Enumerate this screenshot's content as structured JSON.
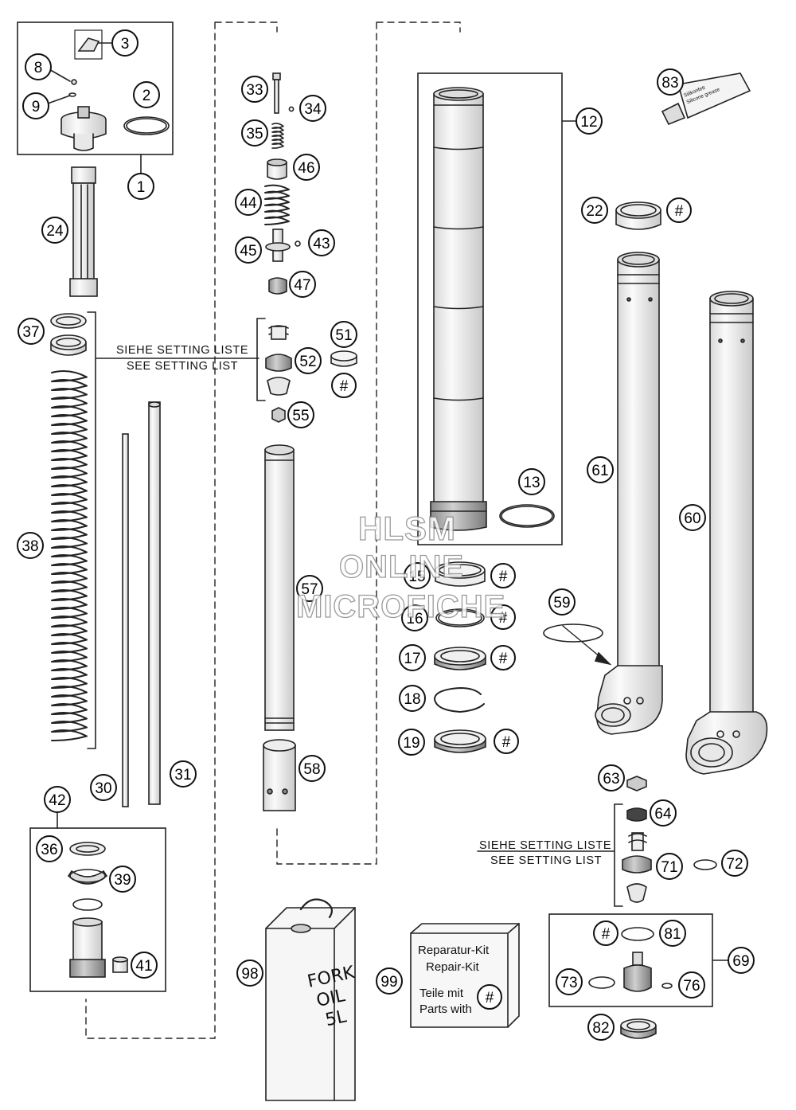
{
  "callouts": {
    "c1": "1",
    "c2": "2",
    "c3": "3",
    "c8": "8",
    "c9": "9",
    "c12": "12",
    "c13": "13",
    "c15": "15",
    "c16": "16",
    "c17": "17",
    "c18": "18",
    "c19": "19",
    "c22": "22",
    "c24": "24",
    "c30": "30",
    "c31": "31",
    "c33": "33",
    "c34": "34",
    "c35": "35",
    "c36": "36",
    "c37": "37",
    "c38": "38",
    "c39": "39",
    "c41": "41",
    "c42": "42",
    "c43": "43",
    "c44": "44",
    "c45": "45",
    "c46": "46",
    "c47": "47",
    "c51": "51",
    "c52": "52",
    "c55": "55",
    "c57": "57",
    "c58": "58",
    "c59": "59",
    "c60": "60",
    "c61": "61",
    "c63": "63",
    "c64": "64",
    "c69": "69",
    "c71": "71",
    "c72": "72",
    "c73": "73",
    "c76": "76",
    "c81": "81",
    "c82": "82",
    "c83": "83",
    "c98": "98",
    "c99": "99",
    "hash": "#"
  },
  "setting_list": {
    "de": "SIEHE SETTING LISTE",
    "en": "SEE SETTING LIST"
  },
  "repair_kit": {
    "line1": "Reparatur-Kit",
    "line2": "Repair-Kit",
    "line3": "Teile mit",
    "line4": "Parts with"
  },
  "oil_can": {
    "line1": "FORK",
    "line2": "OIL",
    "line3": "5L"
  },
  "grease_tube": {
    "line1": "Silikonfett",
    "line2": "Silicone grease"
  },
  "watermark": {
    "line1": "HLSM",
    "line2": "ONLINE",
    "line3": "MICROFICHE"
  }
}
